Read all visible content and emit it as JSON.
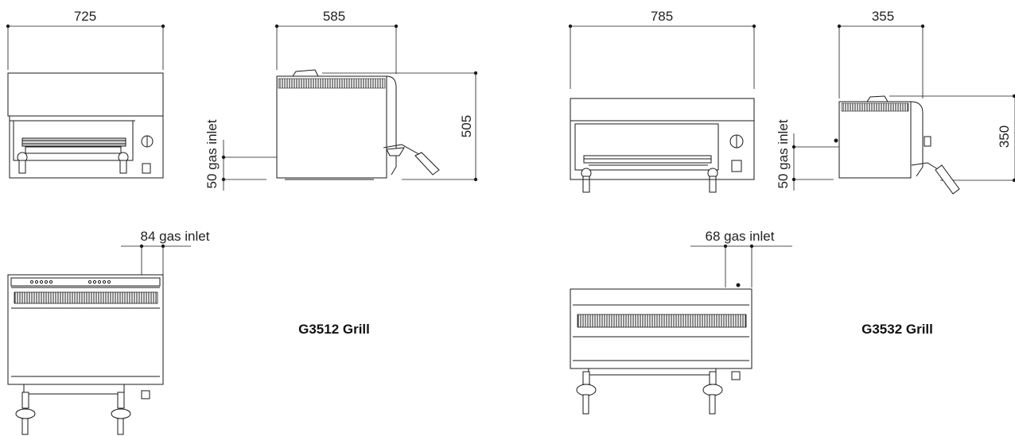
{
  "grills": [
    {
      "model": "G3512 Grill",
      "front_width": "725",
      "side_depth": "585",
      "side_height": "505",
      "side_gas_inlet": "50 gas inlet",
      "rear_gas_inlet": "84 gas inlet"
    },
    {
      "model": "G3532 Grill",
      "front_width": "785",
      "side_depth": "355",
      "side_height": "350",
      "side_gas_inlet": "50 gas inlet",
      "rear_gas_inlet": "68 gas inlet"
    }
  ]
}
